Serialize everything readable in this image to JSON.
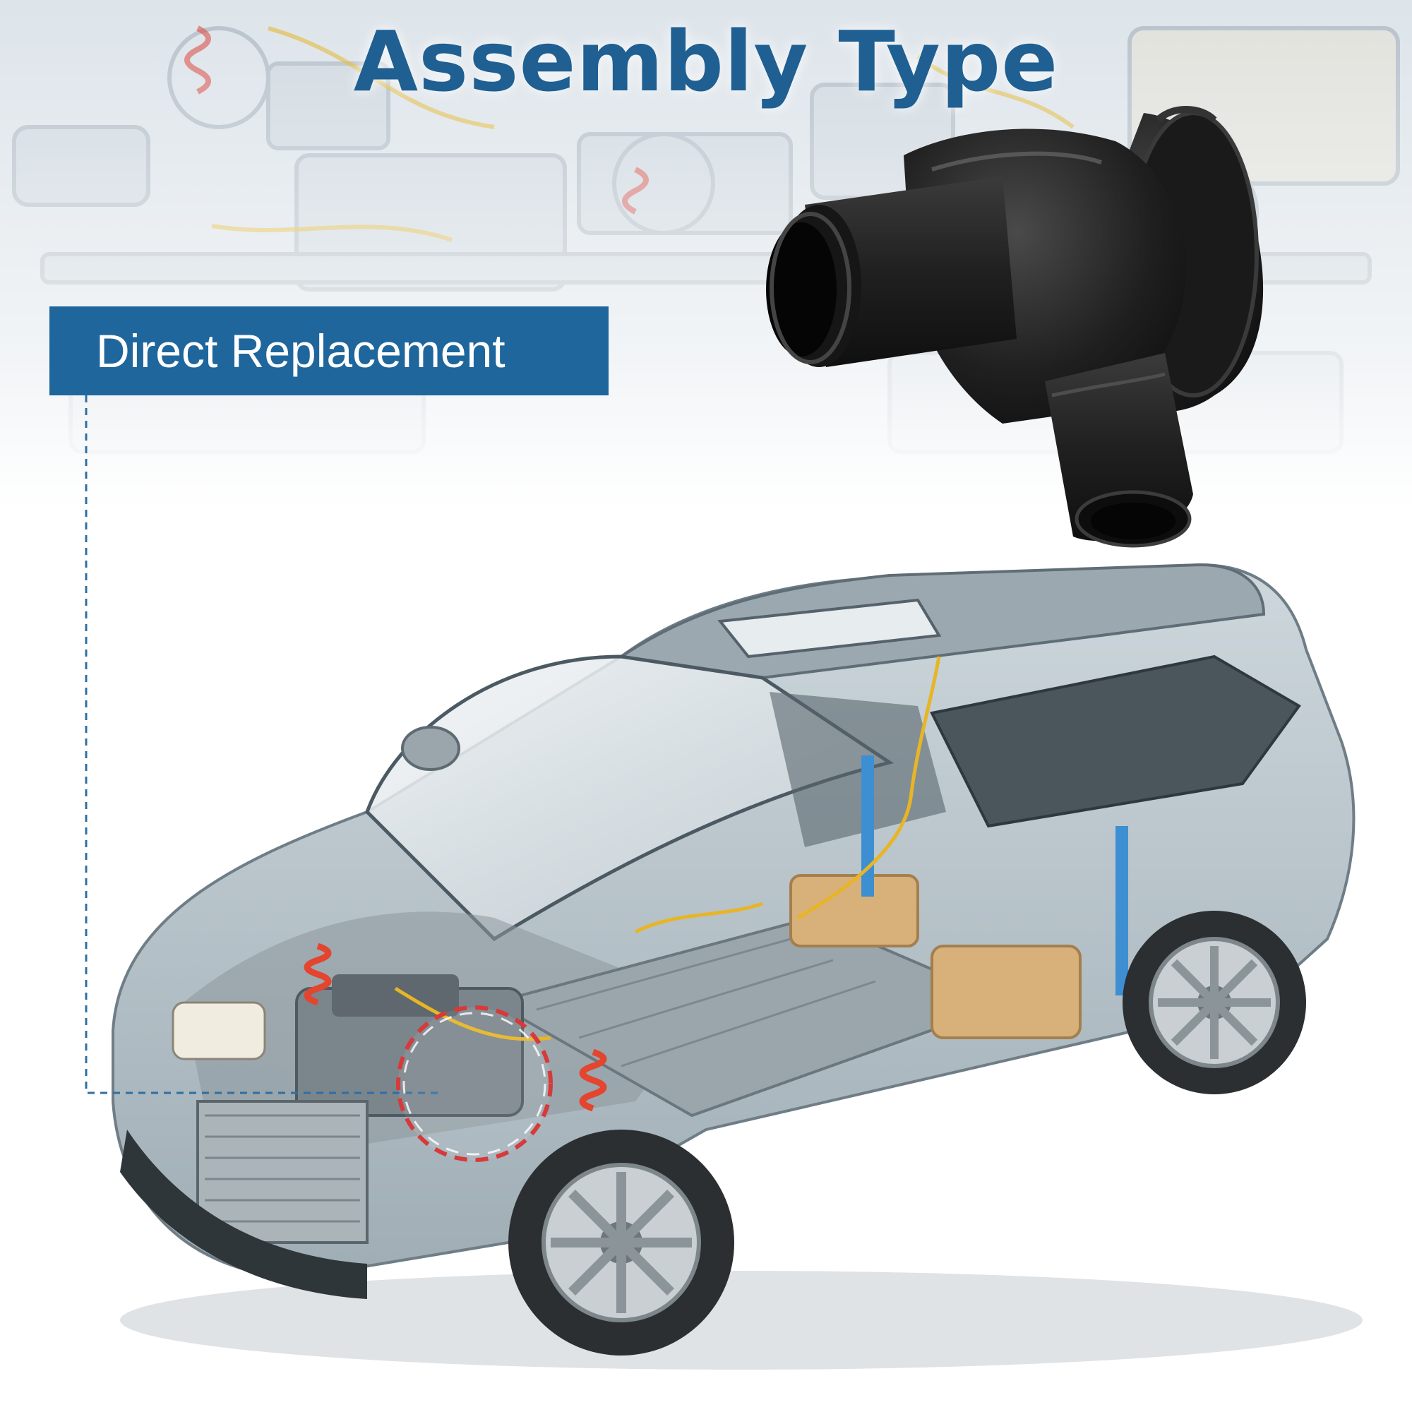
{
  "header": {
    "title": "Assembly Type"
  },
  "callout": {
    "label": "Direct Replacement"
  },
  "colors": {
    "title_blue": "#1f5f92",
    "badge_blue": "#1f669c",
    "highlight_red": "#d63a3a",
    "part_black": "#1a1a1a",
    "car_silver": "#b8c4ca",
    "battery_tan": "#d8b07a"
  },
  "icons": {
    "highlight": "dashed-circle-icon",
    "leader": "dashed-leader-line"
  }
}
